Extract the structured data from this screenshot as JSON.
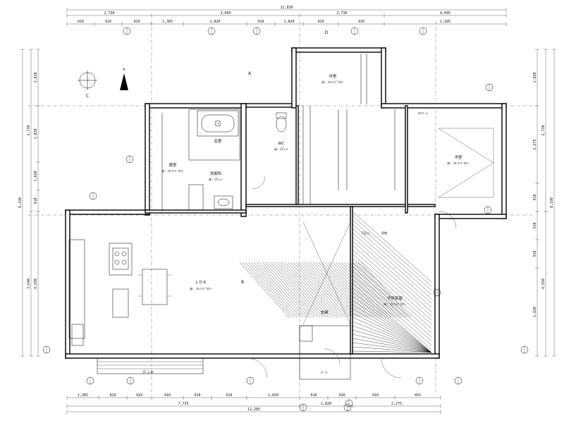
{
  "dimensions": {
    "top_total": "11,830",
    "top_row1": [
      "2,730",
      "3,095",
      "2,730",
      "4,095"
    ],
    "top_row2": [
      "910",
      "910",
      "910",
      "1,365",
      "1,820",
      "910",
      "1,820",
      "910",
      "910",
      "2,185"
    ],
    "bottom_total": "12,285",
    "bottom_row1": [
      "7,735",
      "1,820",
      "2,275"
    ],
    "bottom_row2": [
      "1,365",
      "910",
      "910",
      "910",
      "910",
      "910",
      "1,820",
      "910",
      "910",
      "910",
      "455"
    ],
    "left_total": "8,190",
    "left_col": [
      "1,820",
      "1,820",
      "1,820",
      "910",
      "4,550"
    ],
    "left_sub": [
      "2,730",
      "3,640"
    ],
    "right_total": "8,190",
    "right_col": [
      "1,820",
      "2,275",
      "910",
      "910",
      "910",
      "1,820"
    ],
    "right_sub": [
      "2,730",
      "4,550"
    ]
  },
  "rooms": [
    {
      "name": "寝室",
      "floor": "床：ﾌﾛｰﾘﾝｸﾞﾌﾛｱｰ"
    },
    {
      "name": "浴室",
      "floor": ""
    },
    {
      "name": "洗面所",
      "floor": "床：CFｼｰﾄ"
    },
    {
      "name": "WC",
      "floor": "床：CFｼｰﾄ"
    },
    {
      "name": "洋室",
      "floor": "床：ﾌﾛｰﾘﾝｸﾞﾌﾛｱｰ"
    },
    {
      "name": "L D K",
      "floor": "床：ﾌﾛｰﾘﾝｸﾞﾌﾛｱｰ"
    },
    {
      "name": "子供部屋",
      "floor": "床：ﾌﾛｰﾘﾝｸﾞﾌﾛｱｰ"
    },
    {
      "name": "玄関",
      "floor": ""
    },
    {
      "name": "デッキ",
      "floor": ""
    }
  ],
  "annotations": [
    "ｸﾛｰｾﾞｯﾄ",
    "ﾎﾟｰﾁ",
    "収納",
    "下足入"
  ],
  "grid_tags": [
    "A",
    "B",
    "C",
    "D"
  ],
  "colors": {
    "line": "#000000",
    "background": "#ffffff"
  }
}
